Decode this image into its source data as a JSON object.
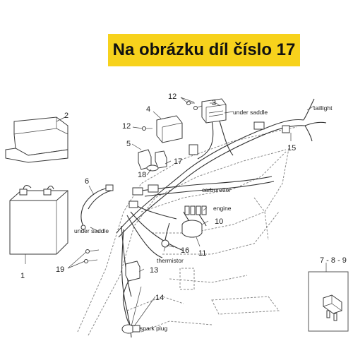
{
  "banner": {
    "text": "Na obrázku díl číslo 17",
    "color": "#f7d21c"
  },
  "part_numbers": {
    "p1": "1",
    "p2": "2",
    "p3": "3",
    "p4": "4",
    "p5": "5",
    "p6": "6",
    "p10": "10",
    "p11": "11",
    "p12a": "12",
    "p12b": "12",
    "p13": "13",
    "p14": "14",
    "p15": "15",
    "p16": "16",
    "p17": "17",
    "p18": "18",
    "p19": "19"
  },
  "callouts": {
    "under_saddle_top": "under saddle",
    "under_saddle_left": "under saddle",
    "taillight": "taillight",
    "carburettor": "carburettor",
    "engine": "engine",
    "thermistor": "thermistor",
    "spark_plug": "spark plug"
  },
  "inset": {
    "label": "7 - 8 - 9"
  }
}
